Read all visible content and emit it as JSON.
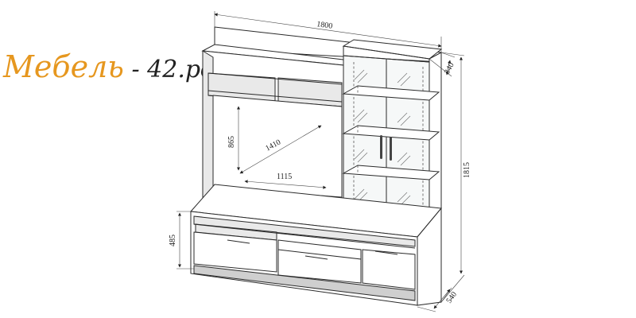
{
  "logo": {
    "brand": "Мебель",
    "rest": " - 42.рф",
    "brand_color": "#e6971f",
    "text_color": "#222222"
  },
  "dimensions": {
    "total_width": "1800",
    "depth_top": "340",
    "total_height": "1815",
    "depth_bottom": "540",
    "base_height": "485",
    "niche_diagonal": "1410",
    "niche_height": "865",
    "niche_width": "1115"
  }
}
